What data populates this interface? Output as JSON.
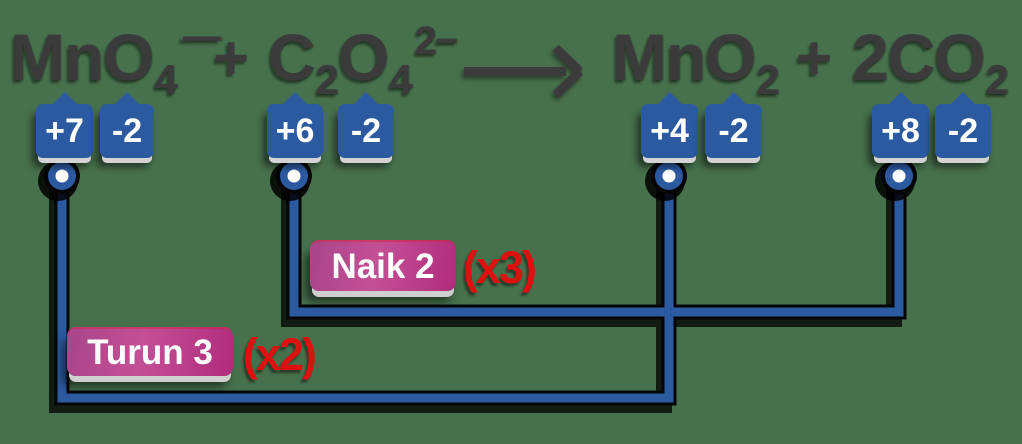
{
  "equation": {
    "reactant1": {
      "base": "MnO",
      "subscript": "4",
      "charge": "−"
    },
    "plus1": "+",
    "reactant2": {
      "base1": "C",
      "subscript1": "2",
      "base2": "O",
      "subscript2": "4",
      "charge": "2−"
    },
    "arrow": "⟶",
    "product1": {
      "base": "MnO",
      "subscript": "2"
    },
    "plus2": "+",
    "product2": {
      "base": "2CO",
      "subscript": "2"
    }
  },
  "oxidation_states": {
    "reactant_mn": "+7",
    "reactant_mno4_o": "-2",
    "reactant_c": "+6",
    "reactant_c2o4_o": "-2",
    "product_mn": "+4",
    "product_mno2_o": "-2",
    "product_c": "+8",
    "product_co2_o": "-2"
  },
  "annotations": {
    "oxidation": {
      "label": "Naik 2",
      "multiplier": "(x3)"
    },
    "reduction": {
      "label": "Turun 3",
      "multiplier": "(x2)"
    }
  },
  "colors": {
    "background_green": "#47704c",
    "badge_blue": "#2c5aa0",
    "line_blue": "#2c5aa0",
    "pill_gradient_start": "#a84589",
    "pill_gradient_end": "#b02c7c",
    "multiplier_red": "#de1111",
    "formula_gray": "#3b3b3b"
  }
}
